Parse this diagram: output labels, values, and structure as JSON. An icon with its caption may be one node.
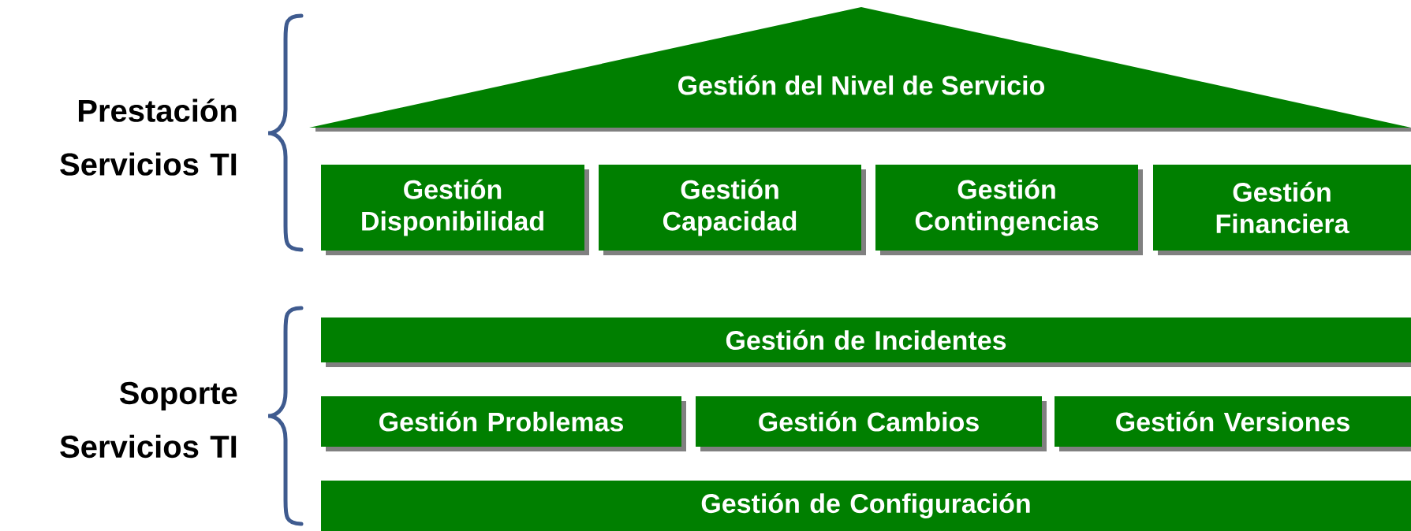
{
  "diagram": {
    "nodes": [
      {
        "text": [
          "Gestión del Nivel de Servicio"
        ]
      },
      {
        "text": [
          "Gestión Disponibilidad"
        ]
      },
      {
        "text": [
          "Gestión Capacidad"
        ]
      },
      {
        "text": [
          "Gestión Contingencias"
        ]
      },
      {
        "text": [
          "Gestión Financiera"
        ]
      },
      {
        "text": [
          "Gestión de Incidentes"
        ]
      },
      {
        "text": [
          "Gestión Problemas"
        ]
      },
      {
        "text": [
          "Gestión Cambios"
        ]
      },
      {
        "text": [
          "Gestión Versiones"
        ]
      },
      {
        "text": [
          "Gestión de Configuración"
        ]
      }
    ],
    "labels": [
      "Prestación Servicios TI",
      "Soporte Servicios TI"
    ]
  }
}
